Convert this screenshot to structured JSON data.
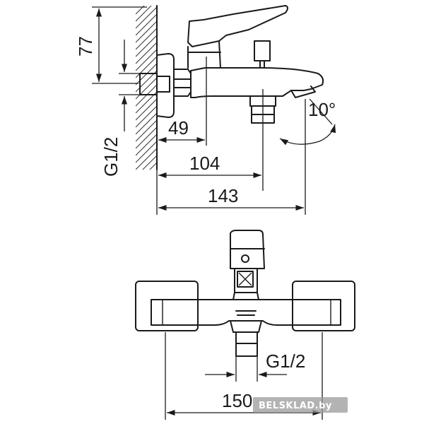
{
  "labels": {
    "height_77": "77",
    "thread_side": "G1/2",
    "dim_49": "49",
    "dim_104": "104",
    "dim_143": "143",
    "angle": "10°",
    "thread_front": "G1/2",
    "dim_150": "150"
  },
  "watermark": {
    "text": "BELSKLAD.by"
  }
}
